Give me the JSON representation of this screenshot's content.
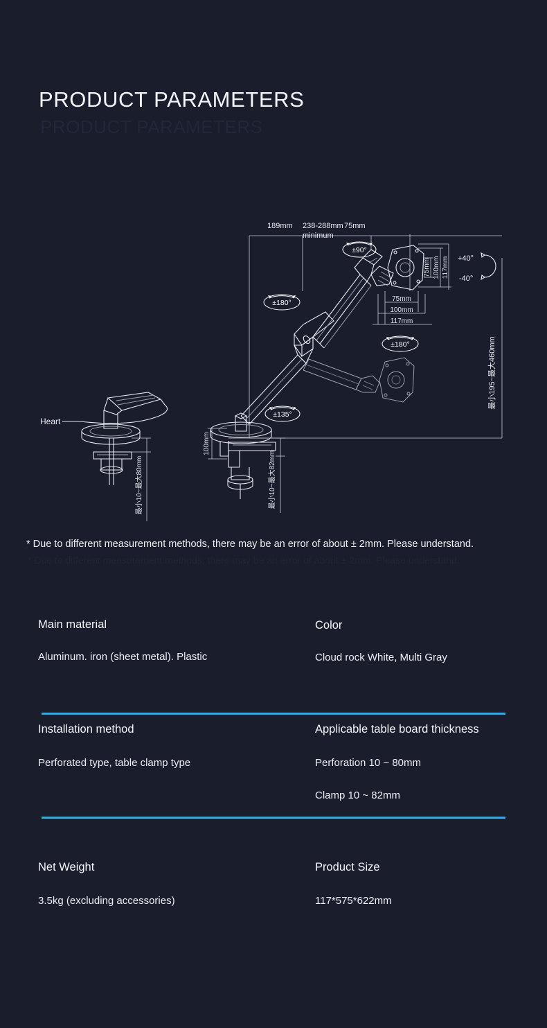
{
  "page": {
    "title": "PRODUCT PARAMETERS",
    "background_color": "#1a1d2b",
    "accent_color": "#3fa9dc",
    "line_color": "#e8ebf2"
  },
  "disclaimer": {
    "text": "* Due to different measurement methods, there may be an error of about ± 2mm. Please understand."
  },
  "diagram": {
    "labels": {
      "heart": "Heart",
      "width_189": "189mm",
      "reach_238_288": "238-288mm",
      "min_75": "75mm",
      "minimum_word": "minimum",
      "vesa_75_v": "75mm",
      "vesa_100_v": "100mm",
      "vesa_117_v": "117mm",
      "vesa_75_h": "75mm",
      "vesa_100_h": "100mm",
      "vesa_117_h": "117mm",
      "tilt_up": "+40°",
      "tilt_down": "-40°",
      "height_range": "最小195~最大460mm",
      "grommet_range": "最小10~最大80mm",
      "clamp_range": "最小10~最大82mm",
      "clamp_100": "100mm",
      "rot_90": "±90°",
      "rot_180_arm": "±180°",
      "rot_180_head": "±180°",
      "rot_135": "±135°"
    }
  },
  "specs": {
    "rows": [
      {
        "left": {
          "label": "Main material",
          "values": [
            "Aluminum. iron (sheet metal). Plastic"
          ]
        },
        "right": {
          "label": "Color",
          "values": [
            "Cloud rock White, Multi Gray"
          ]
        },
        "divider": true
      },
      {
        "left": {
          "label": "Installation method",
          "values": [
            "Perforated type, table clamp type"
          ]
        },
        "right": {
          "label": "Applicable table board thickness",
          "values": [
            "Perforation 10 ~ 80mm",
            "Clamp 10 ~ 82mm"
          ]
        },
        "divider": true
      },
      {
        "left": {
          "label": "Net Weight",
          "values": [
            "3.5kg (excluding accessories)"
          ]
        },
        "right": {
          "label": "Product Size",
          "values": [
            "117*575*622mm"
          ]
        },
        "divider": false
      }
    ]
  }
}
